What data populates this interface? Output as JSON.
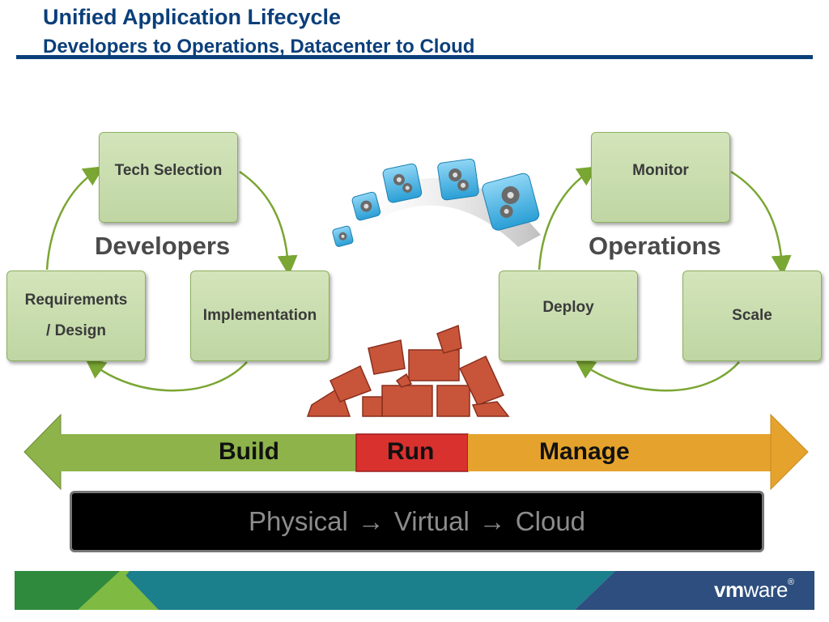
{
  "header": {
    "title": "Unified Application Lifecycle",
    "subtitle": "Developers to Operations, Datacenter to Cloud"
  },
  "developers": {
    "label": "Developers",
    "steps": [
      "Tech Selection",
      "Implementation",
      "Requirements",
      "/ Design"
    ]
  },
  "operations": {
    "label": "Operations",
    "steps": [
      "Monitor",
      "Scale",
      "Deploy"
    ]
  },
  "lifecycle_band": {
    "build": "Build",
    "run": "Run",
    "manage": "Manage",
    "colors": {
      "build": "#8db34a",
      "run": "#d8312e",
      "manage": "#e5a32d"
    }
  },
  "infrastructure": {
    "physical": "Physical",
    "virtual": "Virtual",
    "cloud": "Cloud",
    "arrow": "→"
  },
  "footer": {
    "logo_vm": "vm",
    "logo_ware": "ware",
    "logo_mark": "®"
  }
}
